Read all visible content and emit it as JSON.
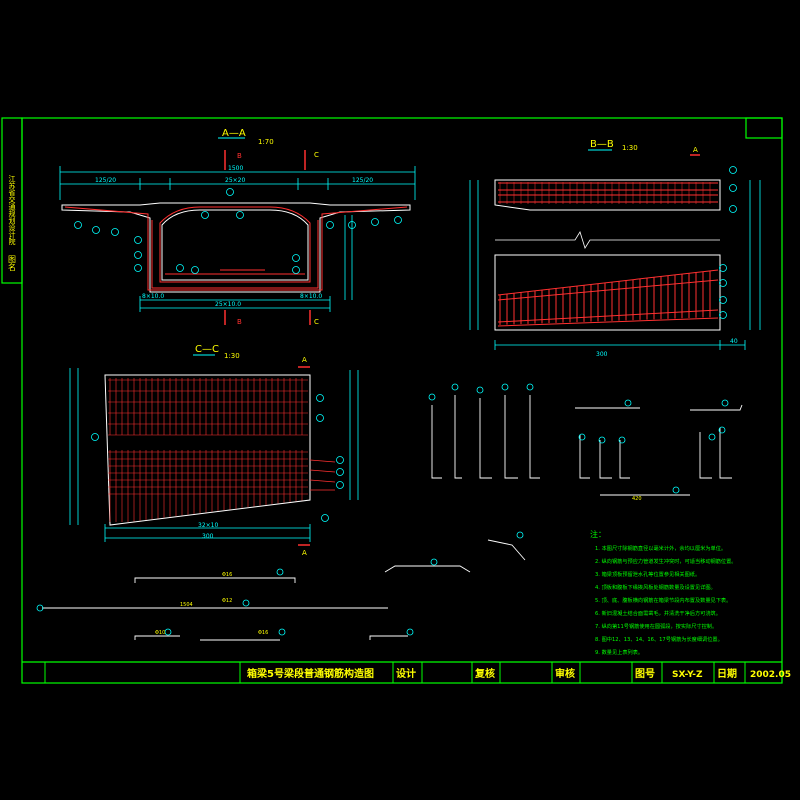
{
  "colors": {
    "background": "#000000",
    "frame": "#00ff00",
    "structure": "#ffffff",
    "rebar": "#ff3030",
    "dimension": "#00ffff",
    "labels": "#ffff00",
    "notes": "#00ff00"
  },
  "side_strip": {
    "top_label": "江苏省交通规划设计院",
    "bottom_label": "图名"
  },
  "views": {
    "a_a": {
      "title": "A—A",
      "scale": "1:70"
    },
    "b_b": {
      "title": "B—B",
      "scale": "1:30"
    },
    "c_c": {
      "title": "C—C",
      "scale": "1:30"
    }
  },
  "section_marks": {
    "b": "B",
    "c": "C",
    "a": "A"
  },
  "a_a_dims": {
    "overall": "1500",
    "left_cant": "125/20",
    "mid": "25×20",
    "right_cant": "125/20",
    "bottom": "8×10.0",
    "bottom2": "25×10.0",
    "bottom3": "8×10.0"
  },
  "b_b_dims": {
    "bottom": "300",
    "right": "40"
  },
  "c_c_dims": {
    "bottom1": "32×10",
    "bottom2": "300"
  },
  "notes": {
    "heading": "注：",
    "items": [
      "1. 本图尺寸除钢筋直径以毫米计外，余均以厘米为单位。",
      "2. 纵向钢筋与预应力管道发生冲突时，可适当移动钢筋位置。",
      "3. 箱梁顶板预留泄水孔等位置参见相关图纸。",
      "4. 顶板和腹板下缘挨风板处钢筋数量及设置见详图。",
      "5. 顶、底、腹板横向钢筋在箱梁节段内布置及数量见下表。",
      "6. 新旧混凝土结合面需凿毛，并清洗干净后方可浇筑。",
      "7. 纵向第11号钢筋使用在圆弧段，按实际尺寸控制。",
      "8. 图中12、13、14、16、17号钢筋为长度细调位置。",
      "9. 数量见上表列表。"
    ]
  },
  "title_block": {
    "drawing_title": "箱梁5号梁段普通钢筋构造图",
    "design_label": "设计",
    "review_label": "复核",
    "approve_label": "审核",
    "number_label": "图号",
    "number_value": "SX-Y-Z",
    "date_label": "日期",
    "date_value": "2002.05"
  },
  "bar_details": {
    "d1": "Φ16",
    "d2": "Φ12",
    "d3": "Φ10",
    "d4": "Φ16",
    "len1": "420",
    "len2": "1504"
  }
}
